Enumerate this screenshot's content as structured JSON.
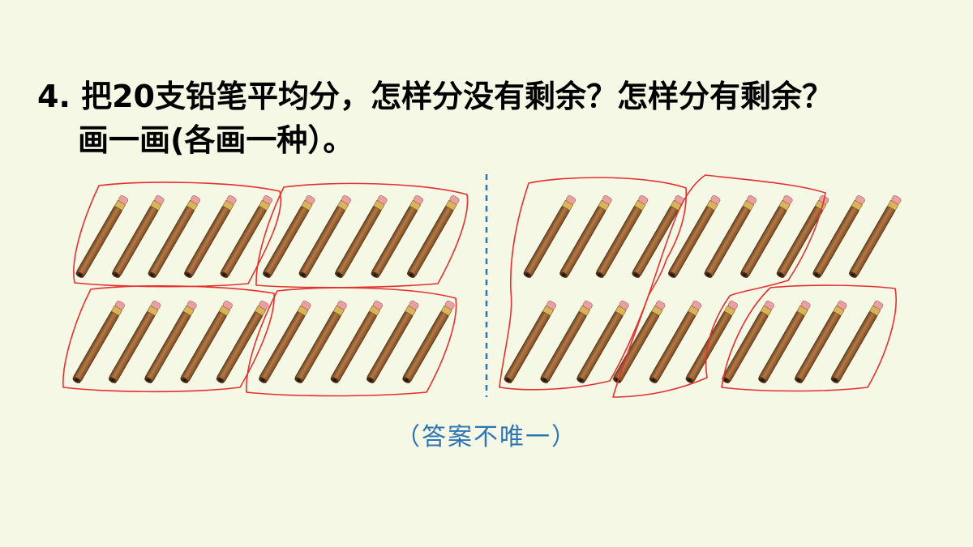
{
  "question": {
    "line1": "4. 把20支铅笔平均分，怎样分没有剩余？怎样分有剩余？",
    "line2": "画一画(各画一种）。"
  },
  "answer_note": "（答案不唯一）",
  "colors": {
    "background": "#F4F8E4",
    "group_outline": "#E53030",
    "divider": "#2E74B5",
    "answer_text": "#2E74B5",
    "pencil_body": "#A0693B",
    "pencil_eraser": "#E8A0A0"
  },
  "icons": {
    "pencil": "pencil-icon"
  },
  "left_panel": {
    "total_pencils": 20,
    "groups_of": 5,
    "group_count": 4,
    "remainder": 0
  },
  "right_panel": {
    "total_pencils": 20,
    "groups_of": 6,
    "group_count": 3,
    "remainder": 2
  }
}
